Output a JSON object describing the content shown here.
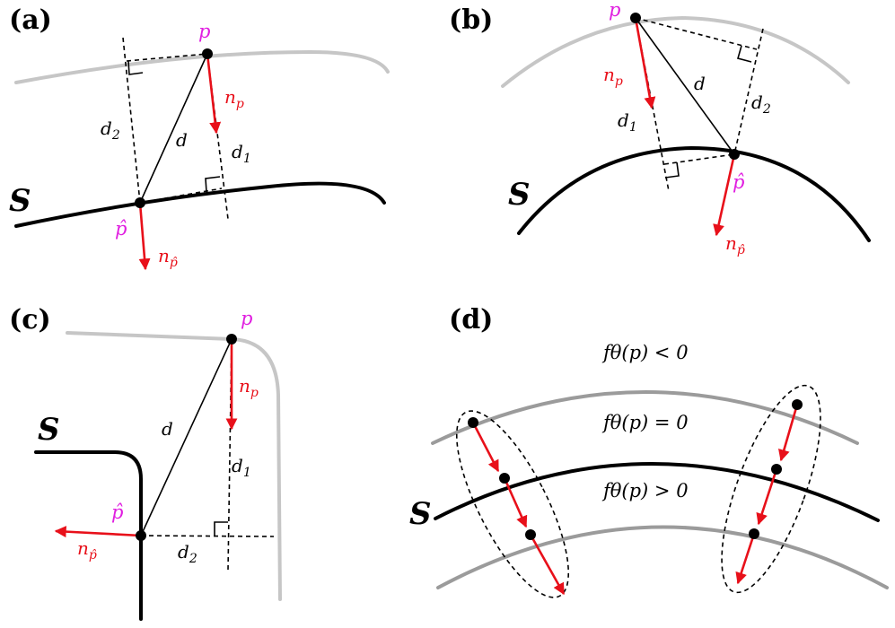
{
  "panels": [
    {
      "id": "a",
      "label": "(a)"
    },
    {
      "id": "b",
      "label": "(b)"
    },
    {
      "id": "c",
      "label": "(c)"
    },
    {
      "id": "d",
      "label": "(d)"
    }
  ],
  "symbols": {
    "surface": "S",
    "query_point": "p",
    "projected_point": "p̂",
    "distance": "d",
    "distance1": "d",
    "distance1_sub": "1",
    "distance2": "d",
    "distance2_sub": "2",
    "normal": "n",
    "normal_p_sub": "p",
    "normal_phat_sub": "p̂"
  },
  "levelsets": {
    "negative": "fθ(p) < 0",
    "zero": "fθ(p) = 0",
    "positive": "fθ(p) > 0"
  },
  "colors": {
    "normal_arrow": "#e8101a",
    "point_label": "#e01ee0",
    "surface": "#000000",
    "offset_surface": "#c6c6c6"
  }
}
